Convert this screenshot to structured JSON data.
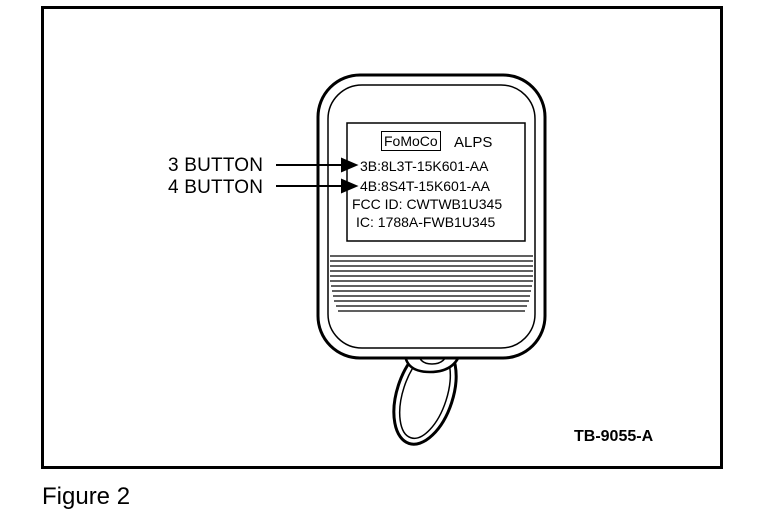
{
  "figure": {
    "caption": "Figure 2",
    "code": "TB-9055-A"
  },
  "callouts": {
    "three_button": "3 BUTTON",
    "four_button": "4 BUTTON"
  },
  "label": {
    "brand": "FoMoCo",
    "maker": "ALPS",
    "line_3b": "3B:8L3T-15K601-AA",
    "line_4b": "4B:8S4T-15K601-AA",
    "fcc_id": "FCC ID: CWTWB1U345",
    "ic": "IC: 1788A-FWB1U345"
  },
  "colors": {
    "ink": "#000000",
    "paper": "#ffffff"
  }
}
